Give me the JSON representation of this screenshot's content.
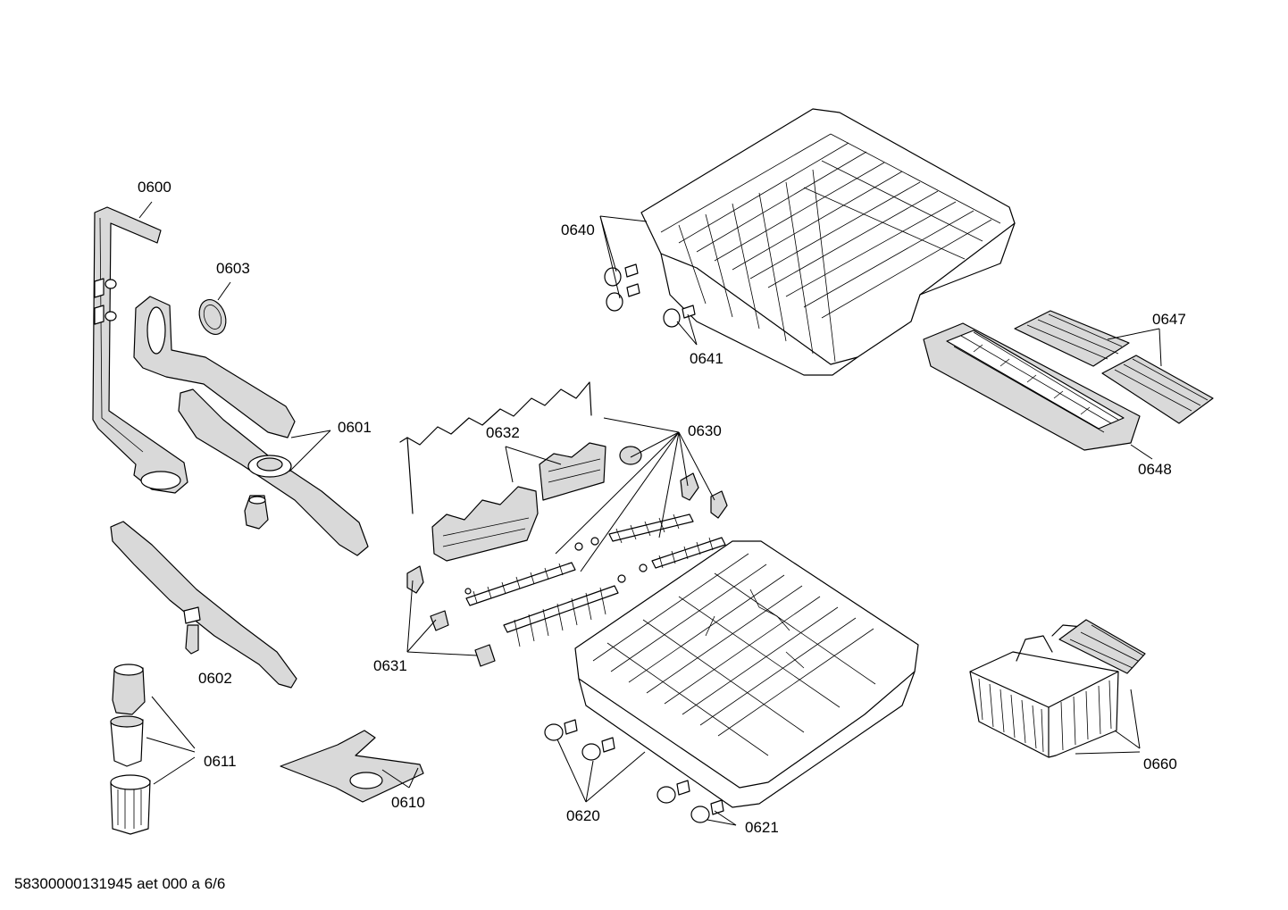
{
  "footer": {
    "text": "58300000131945 aet 000 a 6/6"
  },
  "callouts": {
    "c0600": "0600",
    "c0603": "0603",
    "c0601": "0601",
    "c0602": "0602",
    "c0611": "0611",
    "c0610": "0610",
    "c0632": "0632",
    "c0630": "0630",
    "c0631": "0631",
    "c0620": "0620",
    "c0621": "0621",
    "c0640": "0640",
    "c0641": "0641",
    "c0647": "0647",
    "c0648": "0648",
    "c0660": "0660"
  }
}
